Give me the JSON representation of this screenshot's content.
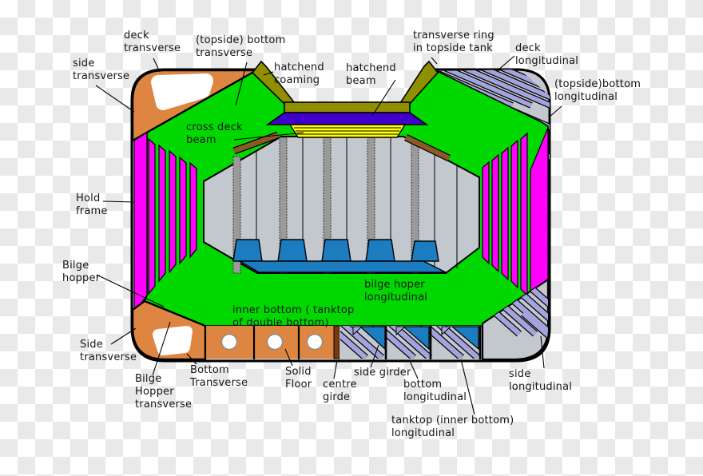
{
  "figure": {
    "background_style": "transparent-checkerboard",
    "checker_colors": [
      "#e9e9e9",
      "#ffffff"
    ]
  },
  "colors": {
    "outline": "#000000",
    "topside_tank_orange": "#df8542",
    "plating_green": "#00d800",
    "hold_frame_magenta": "#ff00ff",
    "coaming_olive": "#8f8f00",
    "hatchend_beam_purple": "#4000cc",
    "cross_deck_beam_yellow": "#ffff00",
    "panel_gray": "#c3c7ce",
    "corrugation_flank_gray": "#9a9a9a",
    "tanktop_blue": "#1b7cc0",
    "longitudinal_lavender": "#a3a4de",
    "edge_brown": "#8a5a25",
    "centre_girder_brown": "#7a3a0e"
  },
  "labels": {
    "deck_transverse": {
      "lines": [
        "deck",
        "transverse"
      ]
    },
    "topside_bottom_transverse": {
      "lines": [
        "(topside) bottom",
        "transverse"
      ]
    },
    "side_transverse_top": {
      "lines": [
        "side",
        "transverse"
      ]
    },
    "hatchend_coaming": {
      "lines": [
        "hatchend",
        "coaming"
      ]
    },
    "hatchend_beam": {
      "lines": [
        "hatchend",
        "beam"
      ]
    },
    "transverse_ring": {
      "lines": [
        "transverse ring",
        "in topside tank"
      ]
    },
    "deck_longitudinal": {
      "lines": [
        "deck",
        "longitudinal"
      ]
    },
    "topside_bottom_longitudinal": {
      "lines": [
        "(topside)bottom",
        "longitudinal"
      ]
    },
    "cross_deck_beam": {
      "lines": [
        "cross deck",
        "beam"
      ]
    },
    "hold_frame": {
      "lines": [
        "Hold",
        "frame"
      ]
    },
    "bilge_hopper": {
      "lines": [
        "Bilge",
        "hopper"
      ]
    },
    "bilge_hopper_longitudinal": {
      "lines": [
        "bilge hoper",
        "longitudinal"
      ]
    },
    "inner_bottom": {
      "lines": [
        "inner bottom ( tanktop",
        "of double bottom)"
      ]
    },
    "side_transverse_bottom": {
      "lines": [
        "Side",
        "transverse"
      ]
    },
    "bilge_hopper_transverse": {
      "lines": [
        "Bilge",
        "Hopper",
        "transverse"
      ]
    },
    "bottom_transverse": {
      "lines": [
        "Bottom",
        "Transverse"
      ]
    },
    "solid_floor": {
      "lines": [
        "Solid",
        "Floor"
      ]
    },
    "centre_girder": {
      "lines": [
        "centre",
        "girde"
      ]
    },
    "side_girder": {
      "lines": [
        "side girder"
      ]
    },
    "bottom_longitudinal": {
      "lines": [
        "bottom",
        "longitudinal"
      ]
    },
    "tanktop_longitudinal": {
      "lines": [
        "tanktop (inner bottom)",
        "longitudinal"
      ]
    },
    "side_longitudinal": {
      "lines": [
        "side",
        "longitudinal"
      ]
    }
  }
}
